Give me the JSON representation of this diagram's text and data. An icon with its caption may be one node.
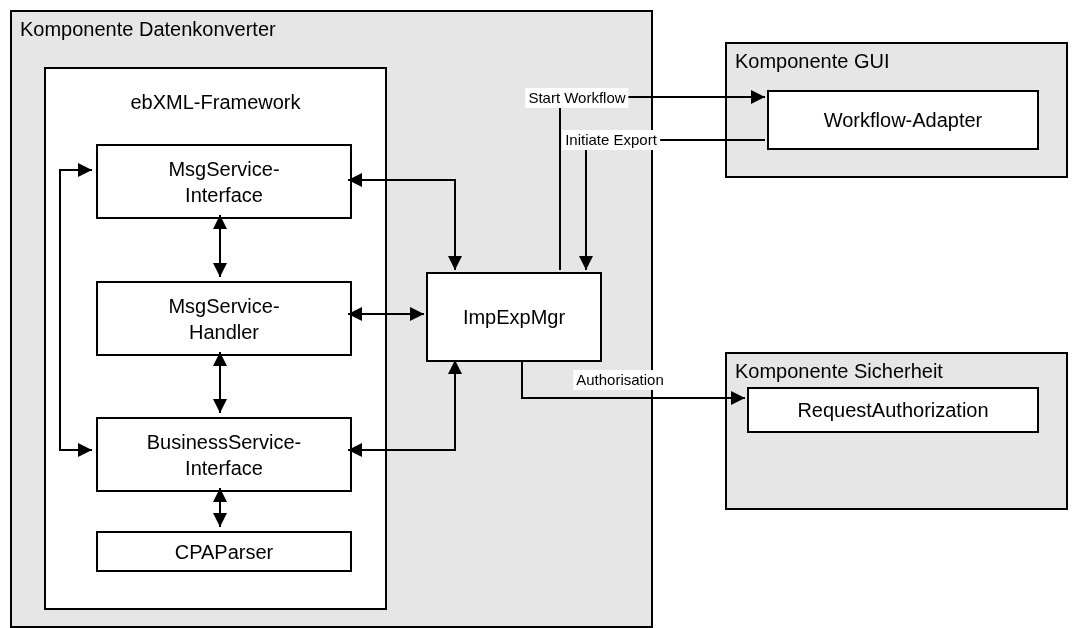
{
  "diagram": {
    "nodes": [
      {
        "text": [
          "Komponente Datenkonverter"
        ]
      },
      {
        "text": [
          "ebXML-Framework"
        ],
        "in": 0
      },
      {
        "text": [
          "MsgService- Interface"
        ],
        "in": 1
      },
      {
        "text": [
          "MsgService- Handler"
        ],
        "in": 1
      },
      {
        "text": [
          "BusinessService- Interface"
        ],
        "in": 1
      },
      {
        "text": [
          "CPAParser"
        ],
        "in": 1
      },
      {
        "text": [
          "ImpExpMgr"
        ],
        "in": 0
      },
      {
        "text": [
          "Komponente GUI"
        ]
      },
      {
        "text": [
          "Workflow-Adapter"
        ],
        "in": 7
      },
      {
        "text": [
          "Komponente Sicherheit"
        ]
      },
      {
        "text": [
          "RequestAuthorization"
        ],
        "in": 9
      }
    ],
    "edges": [
      {
        "from": 2,
        "to": 3,
        "arrow": "both"
      },
      {
        "from": 3,
        "to": 4,
        "arrow": "both"
      },
      {
        "from": 4,
        "to": 5,
        "arrow": "both"
      },
      {
        "from": 2,
        "to": 4,
        "arrow": "both"
      },
      {
        "from": 2,
        "to": 6,
        "arrow": "both"
      },
      {
        "from": 3,
        "to": 6,
        "arrow": "both"
      },
      {
        "from": 4,
        "to": 6,
        "arrow": "both"
      },
      {
        "from": 6,
        "to": 8,
        "arrow": "to",
        "label": "Start Workflow"
      },
      {
        "from": 8,
        "to": 6,
        "arrow": "to",
        "label": "Initiate Export"
      },
      {
        "from": 6,
        "to": 10,
        "arrow": "to",
        "label": "Authorisation"
      }
    ]
  }
}
